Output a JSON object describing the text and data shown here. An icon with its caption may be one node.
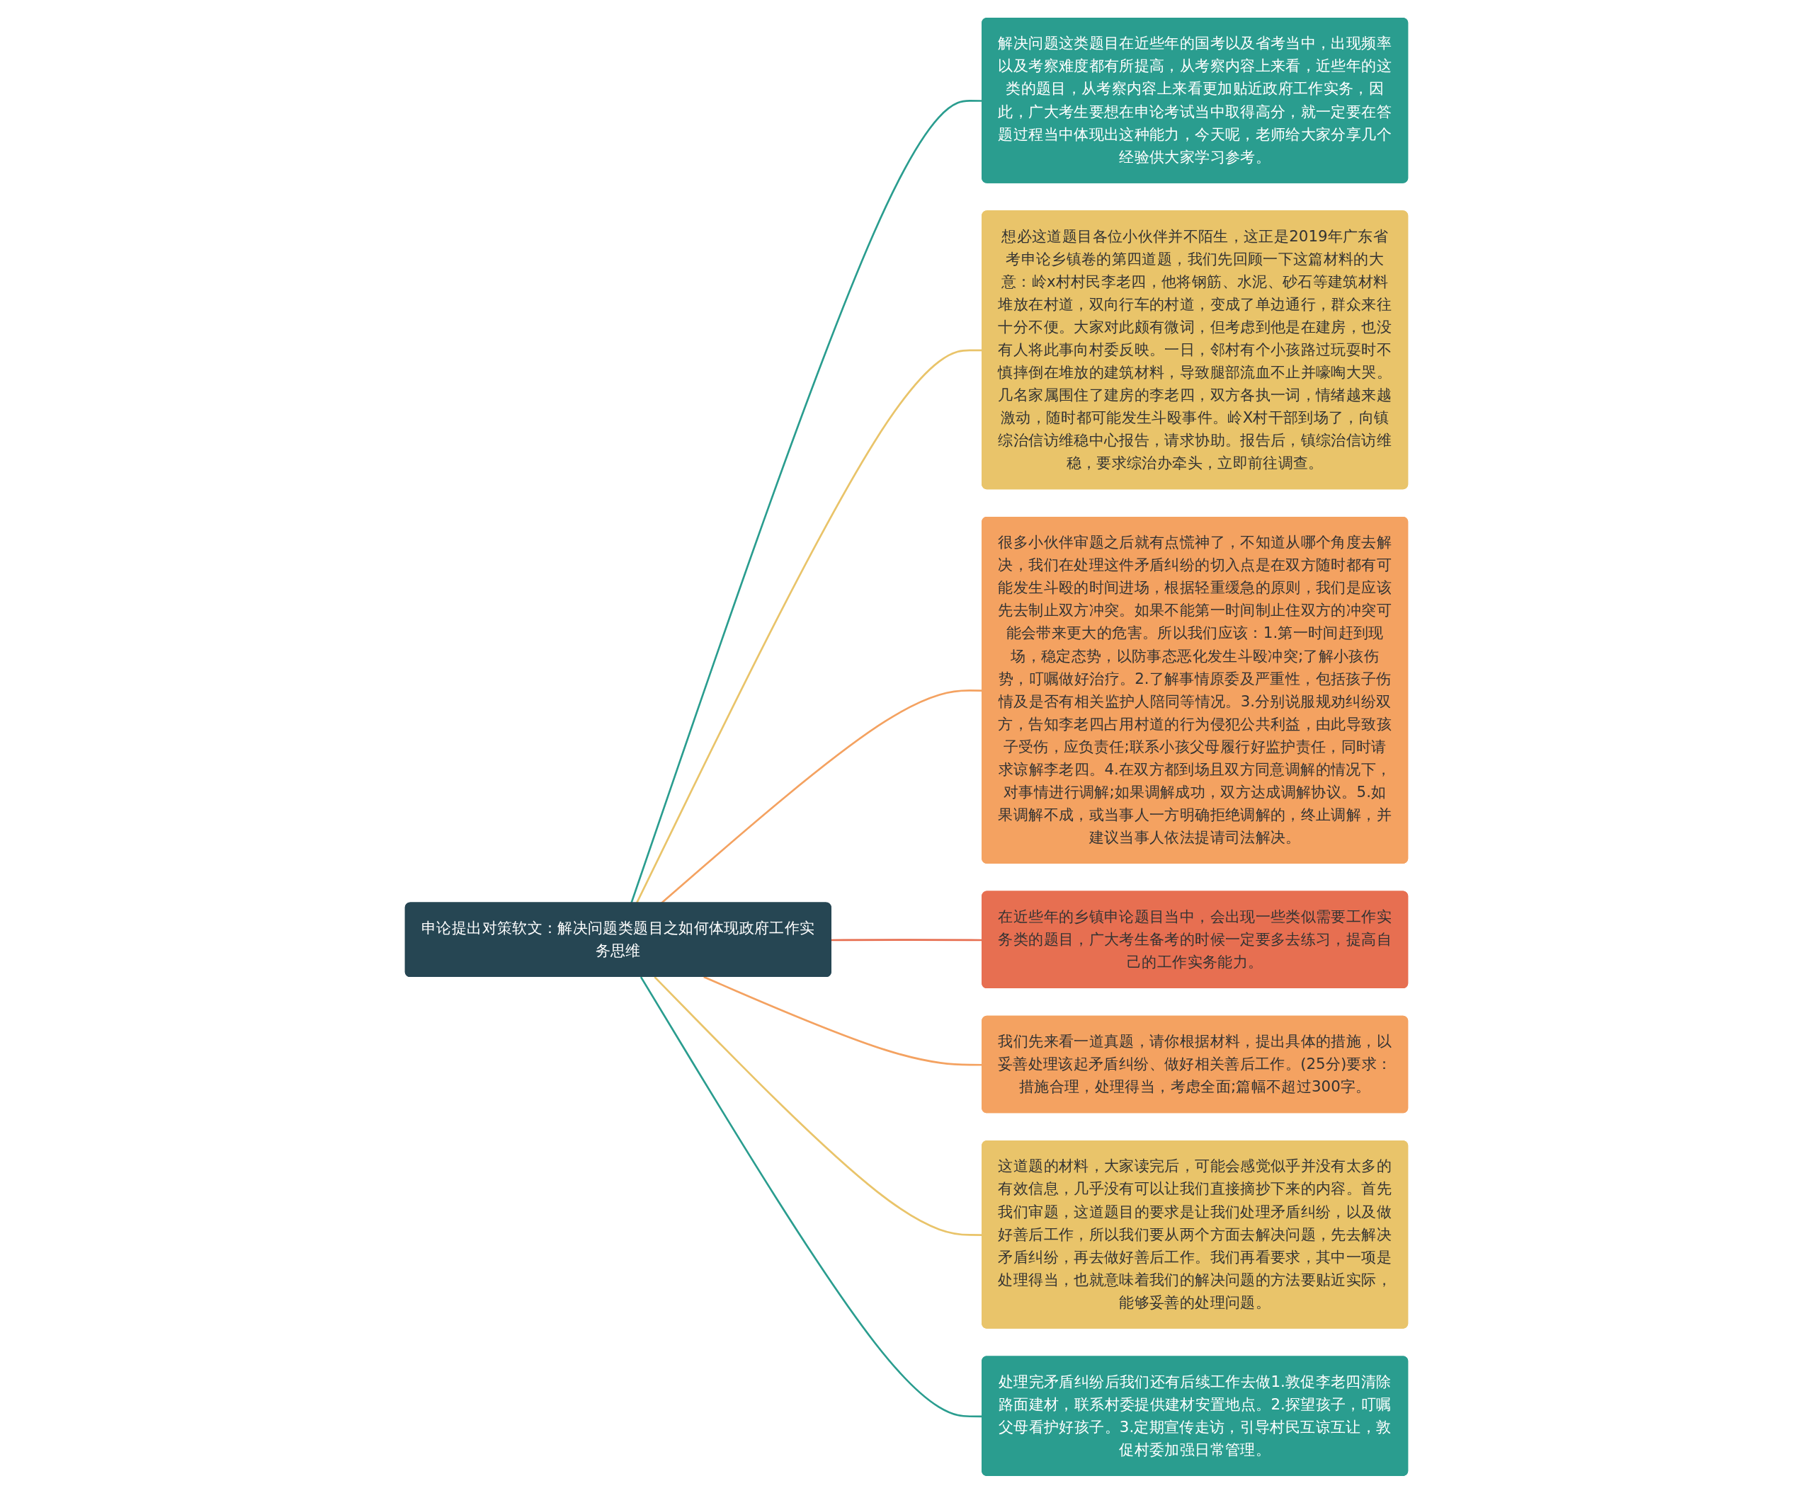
{
  "diagram": {
    "nodes": [
      {
        "text": [
          "申论提出对策软文：解决问题类题目之如何体现政府工作实务思维"
        ]
      },
      {
        "text": [
          "解决问题这类题目在近些年的国考以及省考当中，出现频率以及考察难度都有所提高，从考察内容上来看，近些年的这类的题目，从考察内容上来看更加贴近政府工作实务，因此，广大考生要想在申论考试当中取得高分，就一定要在答题过程当中体现出这种能力，今天呢，老师给大家分享几个经验供大家学习参考。"
        ]
      },
      {
        "text": [
          "想必这道题目各位小伙伴并不陌生，这正是2019年广东省考申论乡镇卷的第四道题，我们先回顾一下这篇材料的大意：岭x村村民李老四，他将钢筋、水泥、砂石等建筑材料堆放在村道，双向行车的村道，变成了单边通行，群众来往十分不便。大家对此颇有微词，但考虑到他是在建房，也没有人将此事向村委反映。一日，邻村有个小孩路过玩耍时不慎摔倒在堆放的建筑材料，导致腿部流血不止并嚎啕大哭。几名家属围住了建房的李老四，双方各执一词，情绪越来越激动，随时都可能发生斗殴事件。岭X村干部到场了，向镇综治信访维稳中心报告，请求协助。报告后，镇综治信访维稳，要求综治办牵头，立即前往调查。"
        ]
      },
      {
        "text": [
          "很多小伙伴审题之后就有点慌神了，不知道从哪个角度去解决，我们在处理这件矛盾纠纷的切入点是在双方随时都有可能发生斗殴的时间进场，根据轻重缓急的原则，我们是应该先去制止双方冲突。如果不能第一时间制止住双方的冲突可能会带来更大的危害。所以我们应该：1.第一时间赶到现场，稳定态势，以防事态恶化发生斗殴冲突;了解小孩伤势，叮嘱做好治疗。2.了解事情原委及严重性，包括孩子伤情及是否有相关监护人陪同等情况。3.分别说服规劝纠纷双方，告知李老四占用村道的行为侵犯公共利益，由此导致孩子受伤，应负责任;联系小孩父母履行好监护责任，同时请求谅解李老四。4.在双方都到场且双方同意调解的情况下，对事情进行调解;如果调解成功，双方达成调解协议。5.如果调解不成，或当事人一方明确拒绝调解的，终止调解，并建议当事人依法提请司法解决。"
        ]
      },
      {
        "text": [
          "在近些年的乡镇申论题目当中，会出现一些类似需要工作实务类的题目，广大考生备考的时候一定要多去练习，提高自己的工作实务能力。"
        ]
      },
      {
        "text": [
          "我们先来看一道真题，请你根据材料，提出具体的措施，以妥善处理该起矛盾纠纷、做好相关善后工作。(25分)要求：措施合理，处理得当，考虑全面;篇幅不超过300字。"
        ]
      },
      {
        "text": [
          "这道题的材料，大家读完后，可能会感觉似乎并没有太多的有效信息，几乎没有可以让我们直接摘抄下来的内容。首先我们审题，这道题目的要求是让我们处理矛盾纠纷，以及做好善后工作，所以我们要从两个方面去解决问题，先去解决矛盾纠纷，再去做好善后工作。我们再看要求，其中一项是处理得当，也就意味着我们的解决问题的方法要贴近实际，能够妥善的处理问题。"
        ]
      },
      {
        "text": [
          "处理完矛盾纠纷后我们还有后续工作去做1.敦促李老四清除路面建材，联系村委提供建材安置地点。2.探望孩子，叮嘱父母看护好孩子。3.定期宣传走访，引导村民互谅互让，敦促村委加强日常管理。"
        ]
      }
    ],
    "edges": [
      {
        "from": 0,
        "to": 1,
        "arrow": "none",
        "color": "#2a9d8f"
      },
      {
        "from": 0,
        "to": 2,
        "arrow": "none",
        "color": "#e9c46a"
      },
      {
        "from": 0,
        "to": 3,
        "arrow": "none",
        "color": "#f4a261"
      },
      {
        "from": 0,
        "to": 4,
        "arrow": "none",
        "color": "#e76f51"
      },
      {
        "from": 0,
        "to": 5,
        "arrow": "none",
        "color": "#f4a261"
      },
      {
        "from": 0,
        "to": 6,
        "arrow": "none",
        "color": "#e9c46a"
      },
      {
        "from": 0,
        "to": 7,
        "arrow": "none",
        "color": "#2a9d8f"
      }
    ]
  }
}
